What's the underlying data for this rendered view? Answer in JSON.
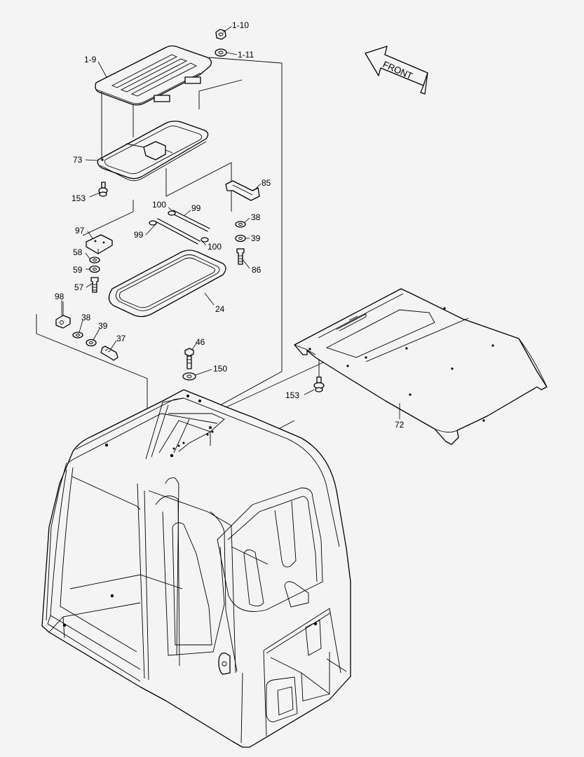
{
  "labels": {
    "p1_10": "1-10",
    "p1_11": "1-11",
    "p1_9": "1-9",
    "p73": "73",
    "p153a": "153",
    "p85": "85",
    "p100a": "100",
    "p99a": "99",
    "p97": "97",
    "p99b": "99",
    "p100b": "100",
    "p38a": "38",
    "p39a": "39",
    "p58": "58",
    "p59": "59",
    "p86": "86",
    "p57": "57",
    "p24": "24",
    "p98": "98",
    "p38b": "38",
    "p39b": "39",
    "p37": "37",
    "p46": "46",
    "p150": "150",
    "p153b": "153",
    "p72": "72"
  },
  "front_arrow": {
    "text": "FRONT"
  },
  "colors": {
    "background": "#f4f4f4",
    "line": "#000000"
  }
}
